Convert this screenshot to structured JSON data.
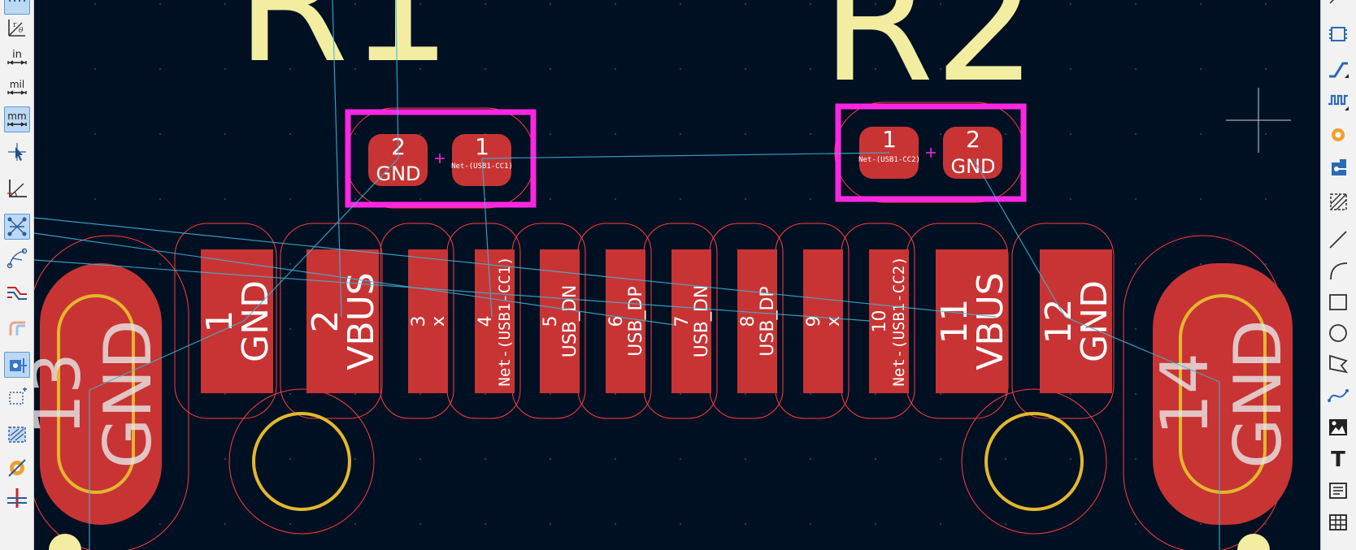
{
  "colors": {
    "background": "#001023",
    "pad": "#c83434",
    "pad_outline": "#ff3c3c",
    "silkscreen": "#f2eda1",
    "selection": "#ff26e2",
    "ratsnest": "#3fb4d4",
    "hole_ring": "#e3b72e",
    "pad_text": "#ffffff"
  },
  "refdes": [
    "R1",
    "R2"
  ],
  "r1": {
    "pads": [
      {
        "num": "2",
        "net": "GND"
      },
      {
        "num": "1",
        "net": "Net-(USB1-CC1)"
      }
    ]
  },
  "r2": {
    "pads": [
      {
        "num": "1",
        "net": "Net-(USB1-CC2)"
      },
      {
        "num": "2",
        "net": "GND"
      }
    ]
  },
  "usb": {
    "pads": [
      {
        "num": "1",
        "net": "GND"
      },
      {
        "num": "2",
        "net": "VBUS"
      },
      {
        "num": "3",
        "net": "x"
      },
      {
        "num": "4",
        "net": "Net-(USB1-CC1)"
      },
      {
        "num": "5",
        "net": "USB_DN"
      },
      {
        "num": "6",
        "net": "USB_DP"
      },
      {
        "num": "7",
        "net": "USB_DN"
      },
      {
        "num": "8",
        "net": "USB_DP"
      },
      {
        "num": "9",
        "net": "x"
      },
      {
        "num": "10",
        "net": "Net-(USB1-CC2)"
      },
      {
        "num": "11",
        "net": "VBUS"
      },
      {
        "num": "12",
        "net": "GND"
      }
    ],
    "shield_pads": [
      {
        "num": "13",
        "net": "GND"
      },
      {
        "num": "14",
        "net": "GND"
      }
    ]
  },
  "left_toolbar": [
    {
      "name": "grid-button",
      "icon": "grid-icon",
      "active": true
    },
    {
      "name": "polar-coords-button",
      "icon": "polar-coords-icon",
      "active": false
    },
    {
      "name": "units-inches-button",
      "icon": "units-in-icon",
      "label": "in",
      "active": false
    },
    {
      "name": "units-mils-button",
      "icon": "units-mil-icon",
      "label": "mil",
      "active": false
    },
    {
      "name": "units-mm-button",
      "icon": "units-mm-icon",
      "label": "mm",
      "active": true
    },
    {
      "name": "cursor-style-button",
      "icon": "cursor-icon",
      "active": false
    },
    {
      "name": "local-origin-button",
      "icon": "angle-icon",
      "active": false
    },
    {
      "name": "ratsnest-button",
      "icon": "ratsnest-icon",
      "active": true
    },
    {
      "name": "curved-ratsnest-button",
      "icon": "curved-ratsnest-icon",
      "active": false
    },
    {
      "name": "highlight-net-button",
      "icon": "net-highlight-icon",
      "active": false
    },
    {
      "name": "track-display-button",
      "icon": "track-icon",
      "active": false
    },
    {
      "name": "pad-display-button",
      "icon": "pad-icon",
      "active": true
    },
    {
      "name": "zone-outline-button",
      "icon": "zone-outline-icon",
      "active": false
    },
    {
      "name": "zone-fill-button",
      "icon": "zone-fill-icon",
      "active": false
    },
    {
      "name": "via-display-button",
      "icon": "via-icon",
      "active": false
    },
    {
      "name": "layer-contrast-button",
      "icon": "contrast-icon",
      "active": false
    }
  ],
  "right_toolbar": [
    {
      "name": "select-button",
      "icon": "select-icon"
    },
    {
      "name": "add-footprint-button",
      "icon": "footprint-icon"
    },
    {
      "name": "route-track-button",
      "icon": "route-icon"
    },
    {
      "name": "tune-length-button",
      "icon": "meander-icon"
    },
    {
      "name": "add-via-button",
      "icon": "via-icon"
    },
    {
      "name": "add-zone-button",
      "icon": "zone-icon"
    },
    {
      "name": "add-rule-area-button",
      "icon": "keepout-icon"
    },
    {
      "name": "draw-line-button",
      "icon": "line-icon"
    },
    {
      "name": "draw-arc-button",
      "icon": "arc-icon"
    },
    {
      "name": "draw-rect-button",
      "icon": "rectangle-icon"
    },
    {
      "name": "draw-circle-button",
      "icon": "circle-icon"
    },
    {
      "name": "draw-polygon-button",
      "icon": "polygon-icon"
    },
    {
      "name": "draw-bezier-button",
      "icon": "bezier-icon"
    },
    {
      "name": "add-image-button",
      "icon": "image-icon"
    },
    {
      "name": "add-text-button",
      "icon": "text-icon",
      "label": "T"
    },
    {
      "name": "add-textbox-button",
      "icon": "textbox-icon"
    },
    {
      "name": "add-table-button",
      "icon": "table-icon"
    }
  ]
}
